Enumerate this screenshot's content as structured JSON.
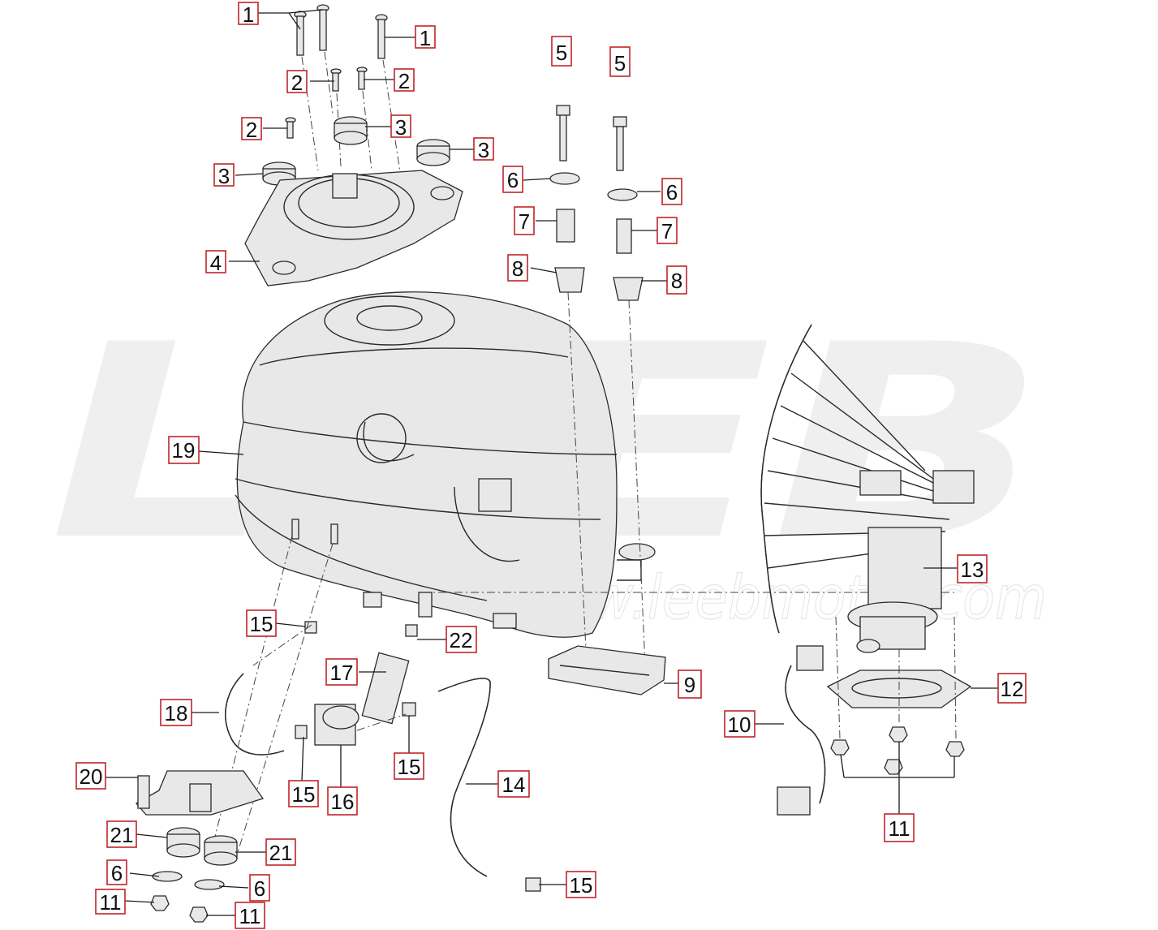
{
  "watermark": {
    "logo_text": "LEEB",
    "url": "www.leebmotor.com"
  },
  "callouts": {
    "c1a": "1",
    "c1b": "1",
    "c2a": "2",
    "c2b": "2",
    "c2c": "2",
    "c3a": "3",
    "c3b": "3",
    "c3c": "3",
    "c4": "4",
    "c5a": "5",
    "c5b": "5",
    "c6a": "6",
    "c6b": "6",
    "c6c": "6",
    "c6d": "6",
    "c7a": "7",
    "c7b": "7",
    "c8a": "8",
    "c8b": "8",
    "c9": "9",
    "c10": "10",
    "c11a": "11",
    "c11b": "11",
    "c11c": "11",
    "c12": "12",
    "c13": "13",
    "c14": "14",
    "c15a": "15",
    "c15b": "15",
    "c15c": "15",
    "c15d": "15",
    "c16": "16",
    "c17": "17",
    "c18": "18",
    "c19": "19",
    "c20": "20",
    "c21a": "21",
    "c21b": "21",
    "c22": "22"
  },
  "colors": {
    "callout_border": "#c0252a",
    "line_art": "#2a2a2a",
    "watermark": "#efefef"
  }
}
